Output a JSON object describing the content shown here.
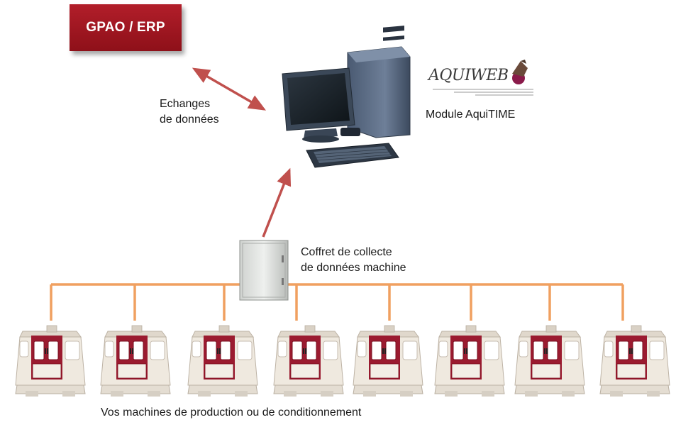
{
  "erp": {
    "label": "GPAO / ERP"
  },
  "exchange": {
    "line1": "Echanges",
    "line2": "de données"
  },
  "logo": {
    "text": "AQUIWEB",
    "accent": "#8a1a4a"
  },
  "module": {
    "label": "Module AquiTIME"
  },
  "collector": {
    "line1": "Coffret de collecte",
    "line2": "de données machine"
  },
  "machines": {
    "caption": "Vos machines de production ou de conditionnement",
    "count": 8
  },
  "colors": {
    "arrow": "#c0504d",
    "bus": "#f0a060",
    "erp": "#a5171f",
    "machine_red": "#9b1b30"
  },
  "icons": [
    "computer-icon",
    "electrical-cabinet-icon",
    "cnc-machine-icon",
    "eagle-icon"
  ]
}
